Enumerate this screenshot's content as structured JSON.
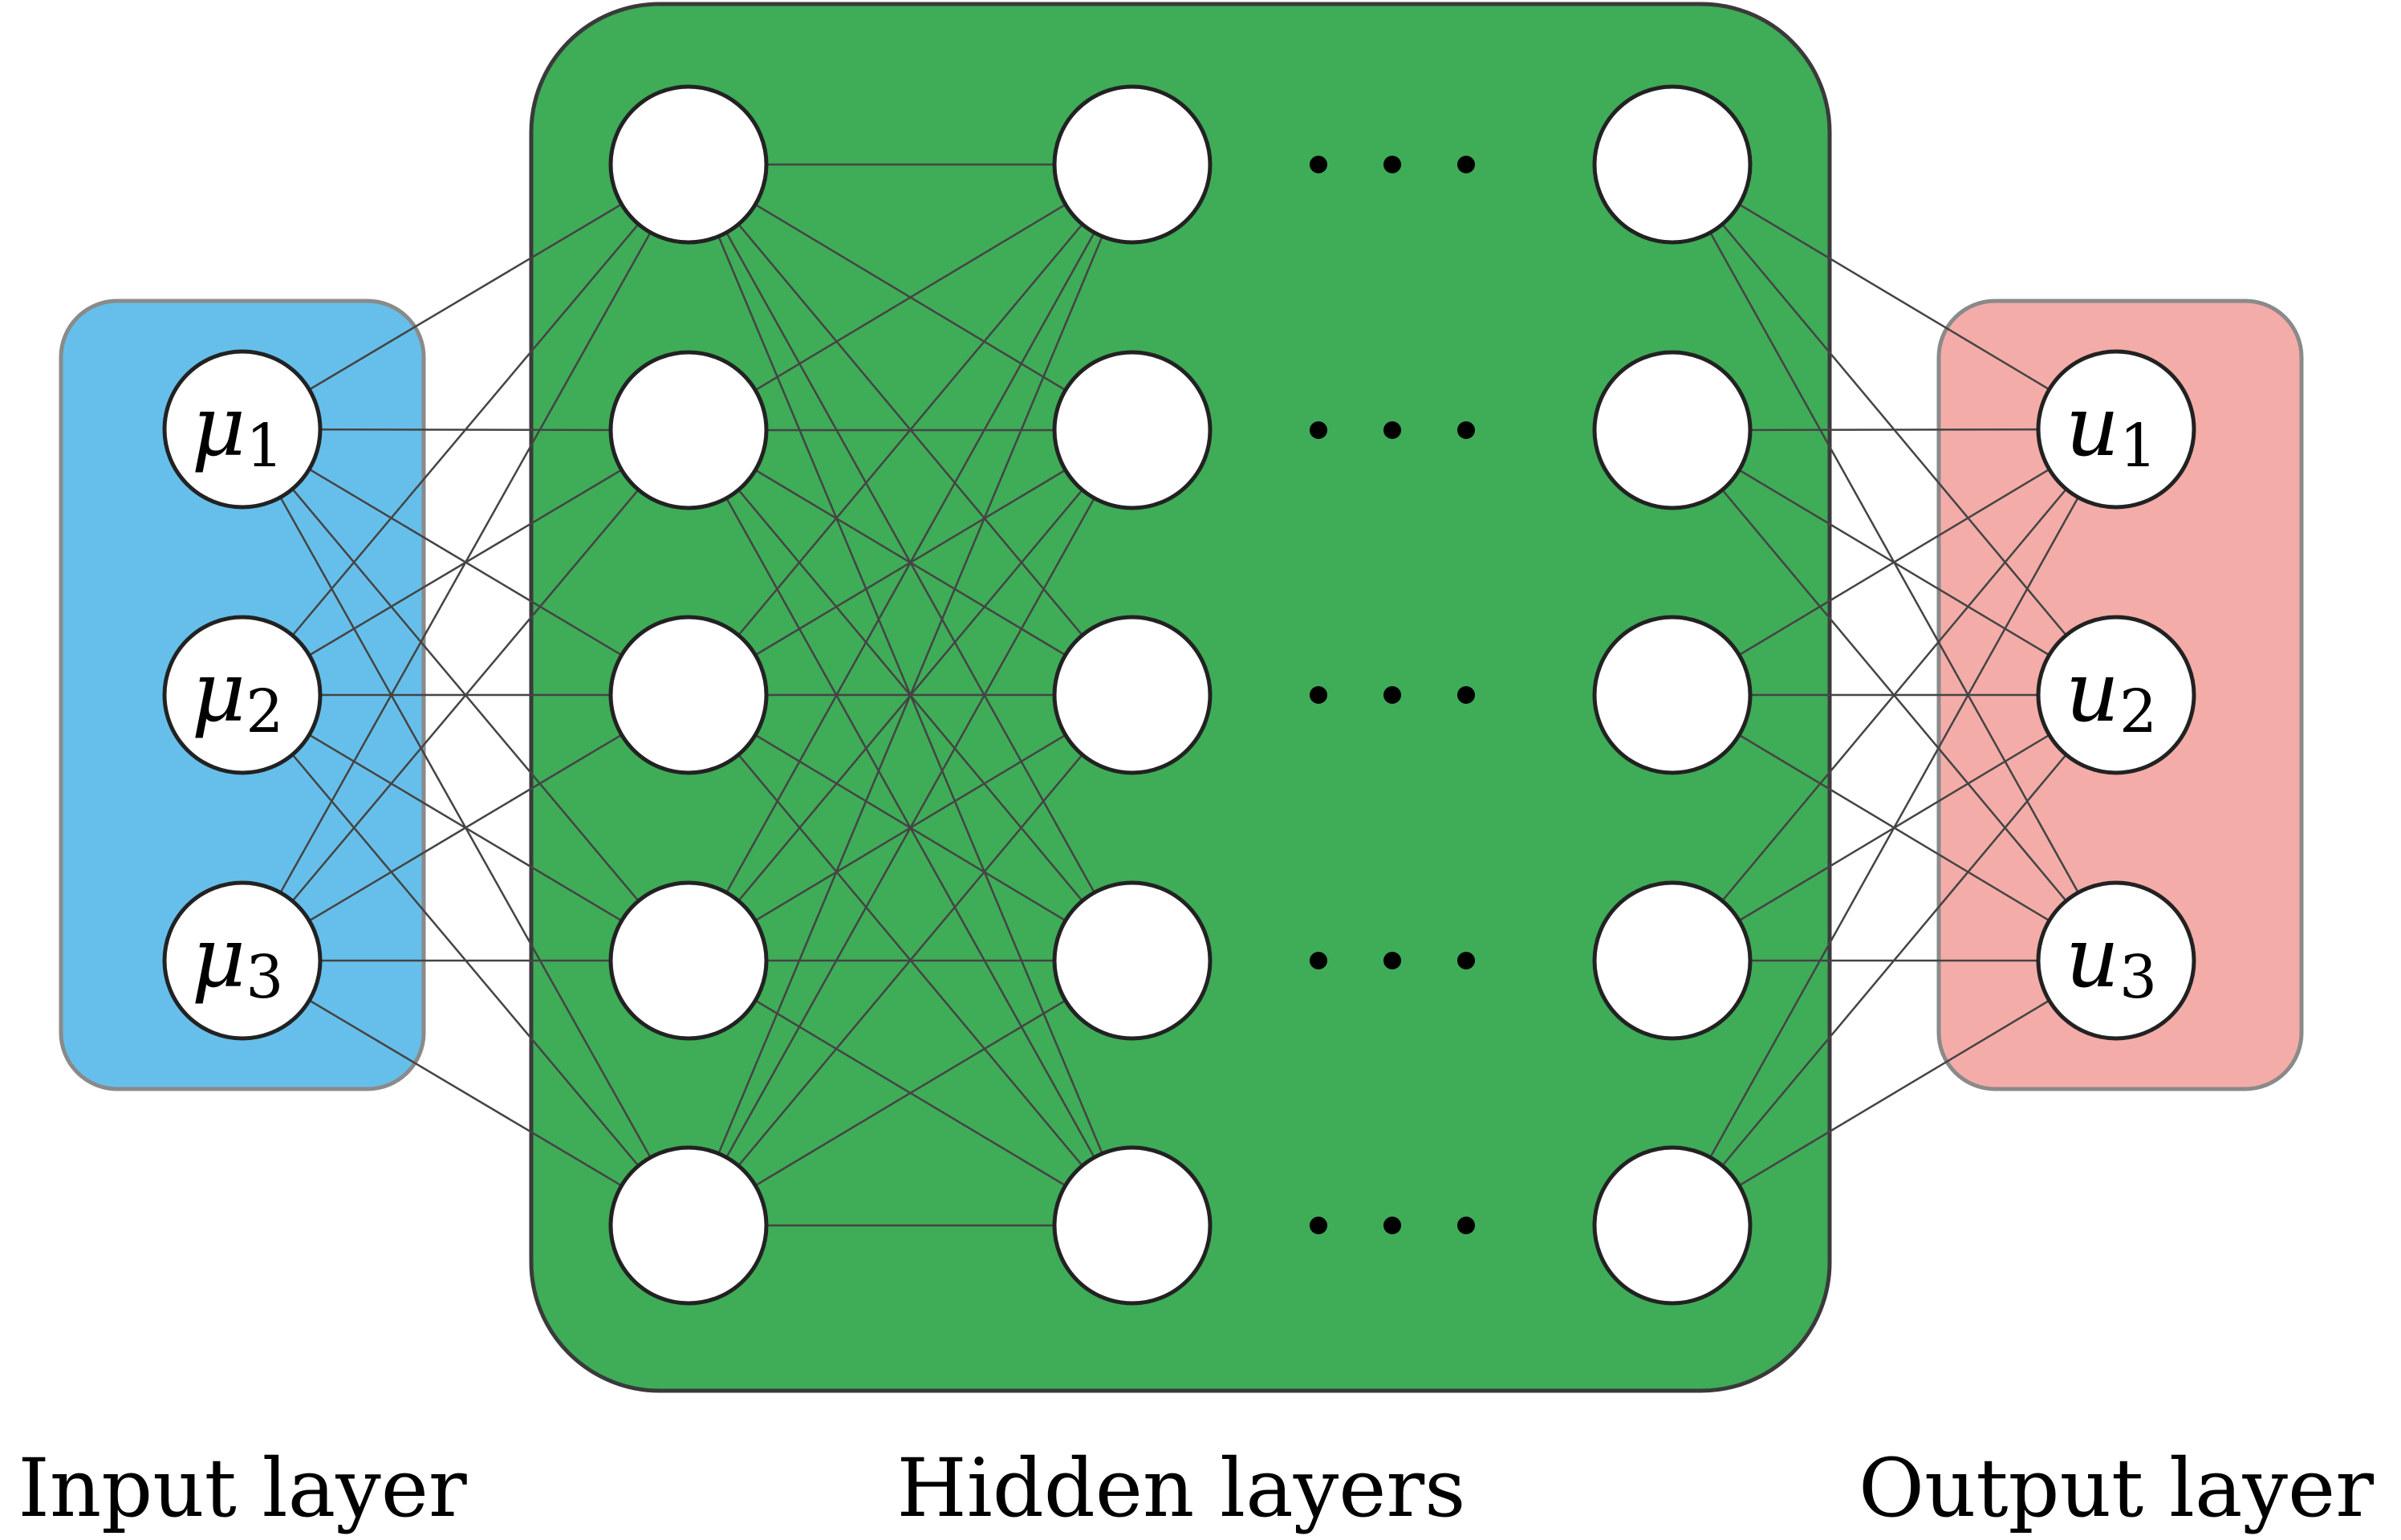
{
  "captions": {
    "input": "Input layer",
    "hidden": "Hidden layers",
    "output": "Output layer"
  },
  "input_nodes": [
    {
      "base": "μ",
      "sub": "1"
    },
    {
      "base": "μ",
      "sub": "2"
    },
    {
      "base": "μ",
      "sub": "3"
    }
  ],
  "output_nodes": [
    {
      "base": "u",
      "sub": "1"
    },
    {
      "base": "u",
      "sub": "2"
    },
    {
      "base": "u",
      "sub": "3"
    }
  ],
  "hidden_columns": 3,
  "hidden_nodes_per_column": 5,
  "ellipsis_rows": 5,
  "colors": {
    "input_box": "#66bfea",
    "hidden_box": "#3fac58",
    "output_box": "#f4aca8",
    "edge": "#444444",
    "node_fill": "#ffffff",
    "node_stroke": "#222222"
  }
}
